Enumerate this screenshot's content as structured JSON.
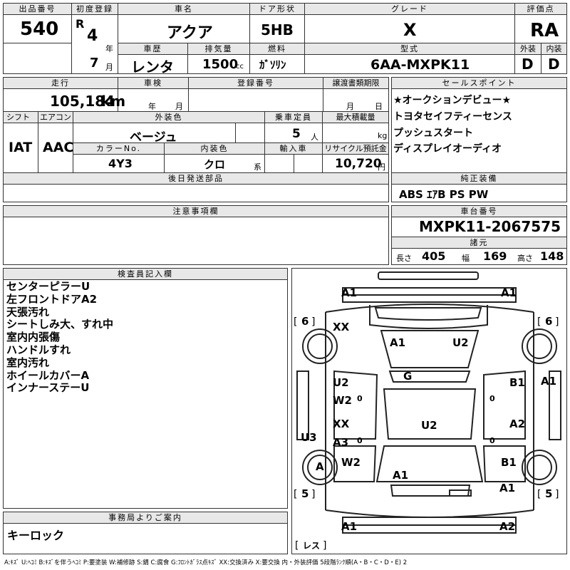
{
  "header": {
    "lot_label": "出品番号",
    "lot": "540",
    "first_reg_label": "初度登録",
    "era": "R",
    "year_num": "4",
    "year_unit": "年",
    "month_num": "7",
    "month_unit": "月",
    "name_label": "車名",
    "name": "アクア",
    "door_label": "ドア形状",
    "door": "5HB",
    "grade_label": "グレード",
    "grade": "X",
    "score_label": "評価点",
    "score": "RA",
    "history_label": "車歴",
    "history": "レンタ",
    "disp_label": "排気量",
    "disp": "1500",
    "disp_unit": "cc",
    "fuel_label": "燃料",
    "fuel": "ｶﾞｿﾘﾝ",
    "model_label": "型式",
    "model": "6AA-MXPK11",
    "ext_label": "外装",
    "ext": "D",
    "int_label": "内装",
    "int": "D"
  },
  "spec": {
    "mileage_label": "走行",
    "mileage": "105,184",
    "mileage_unit": "km",
    "inspection_label": "車検",
    "ins_year": "年",
    "ins_month": "月",
    "regno_label": "登録番号",
    "transfer_label": "譲渡書類期限",
    "tr_month": "月",
    "tr_day": "日",
    "shift_label": "シフト",
    "shift": "IAT",
    "ac_label": "エアコン",
    "ac": "AAC",
    "color_label": "外装色",
    "color": "ベージュ",
    "capacity_label": "乗車定員",
    "capacity": "5",
    "capacity_unit": "人",
    "load_label": "最大積載量",
    "load_unit": "kg",
    "colorno_label": "カラーNo.",
    "colorno": "4Y3",
    "intcolor_label": "内装色",
    "intcolor": "クロ",
    "intcolor_unit": "系",
    "import_label": "輸入車",
    "recycle_label": "リサイクル預託金",
    "recycle": "10,720",
    "recycle_unit": "円",
    "later_label": "後日発送部品"
  },
  "sales": {
    "label": "セールスポイント",
    "items": [
      "★オークションデビュー★",
      "トヨタセイフティーセンス",
      "プッシュスタート",
      "ディスプレイオーディオ"
    ]
  },
  "equip": {
    "label": "純正装備",
    "value": "ABS ｴｱB PS PW"
  },
  "caution": {
    "label": "注意事項欄"
  },
  "chassis": {
    "label": "車台番号",
    "value": "MXPK11-2067575",
    "dims_label": "諸元",
    "len_label": "長さ",
    "len": "405",
    "wid_label": "幅",
    "wid": "169",
    "hgt_label": "高さ",
    "hgt": "148"
  },
  "inspector": {
    "label": "検査員記入欄",
    "lines": [
      "センターピラーU",
      "左フロントドアA2",
      "天張汚れ",
      "シートしみ大、すれ中",
      "室内内張傷",
      "ハンドルすれ",
      "室内汚れ",
      "ホイールカバーA",
      "インナーステーU"
    ]
  },
  "office": {
    "label": "事務局よりご案内",
    "text": "キーロック"
  },
  "diagram": {
    "labels": [
      "A1",
      "A1",
      "6",
      "6",
      "XX",
      "A1",
      "U2",
      "G",
      "U2",
      "W2",
      "0",
      "B1",
      "A1",
      "0",
      "XX",
      "A3",
      "0",
      "U2",
      "A2",
      "0",
      "U3",
      "A",
      "W2",
      "A1",
      "B1",
      "A1",
      "5",
      "5",
      "A1",
      "A2",
      "レス"
    ]
  },
  "legend": "A:ｷｽﾞ U:ﾍｺﾐ B:ｷｽﾞを伴うﾍｺﾐ P:要塗装 W:補修跡 S:錆 C:腐食 G:ﾌﾛﾝﾄｶﾞﾗｽ点ｷｽﾞ XX:交換済み X:要交換 内・外装評価 5段階ﾗﾝｸ順(A・B・C・D・E) 2"
}
